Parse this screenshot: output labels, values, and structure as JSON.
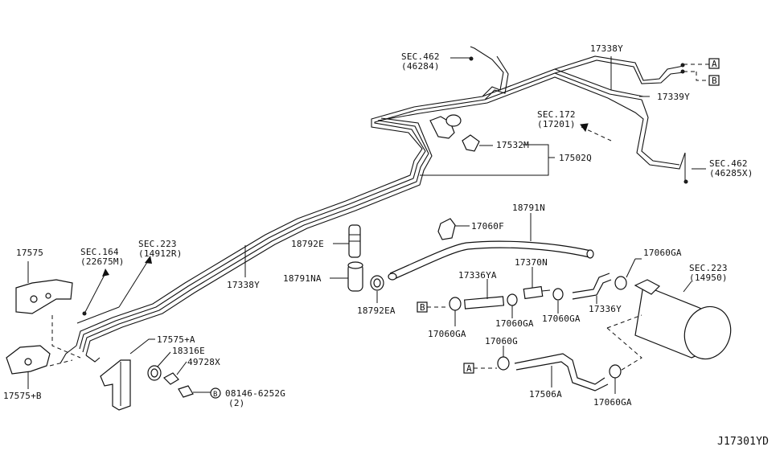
{
  "diagram_code": "J17301YD",
  "labels": {
    "sec462a": "SEC.462",
    "sec462a_ref": "(46284)",
    "p17338y_top": "17338Y",
    "p17339y": "17339Y",
    "box_a": "A",
    "box_b": "B",
    "sec172": "SEC.172",
    "sec172_ref": "(17201)",
    "p17532m": "17532M",
    "p17502q": "17502Q",
    "sec462b": "SEC.462",
    "sec462b_ref": "(46285X)",
    "p18791n": "18791N",
    "p17060f": "17060F",
    "p18792e": "18792E",
    "p18791na": "18791NA",
    "p18792ea": "18792EA",
    "p17338y_mid": "17338Y",
    "p17575": "17575",
    "sec164": "SEC.164",
    "sec164_ref": "(22675M)",
    "sec223a": "SEC.223",
    "sec223a_ref": "(14912R)",
    "p17060ga_r": "17060GA",
    "sec223b": "SEC.223",
    "sec223b_ref": "(14950)",
    "p17336ya": "17336YA",
    "p17370n": "17370N",
    "box_b2": "B",
    "p17060ga_1": "17060GA",
    "p17060ga_2": "17060GA",
    "p17060ga_3": "17060GA",
    "p17336y": "17336Y",
    "p17060g": "17060G",
    "box_a2": "A",
    "p17506a": "17506A",
    "p17060ga_4": "17060GA",
    "p17575a": "17575+A",
    "p18316e": "18316E",
    "p49728x": "49728X",
    "bolt_b": "B",
    "p08146": "08146-6252G",
    "p08146_qty": "(2)",
    "p17575b": "17575+B"
  }
}
